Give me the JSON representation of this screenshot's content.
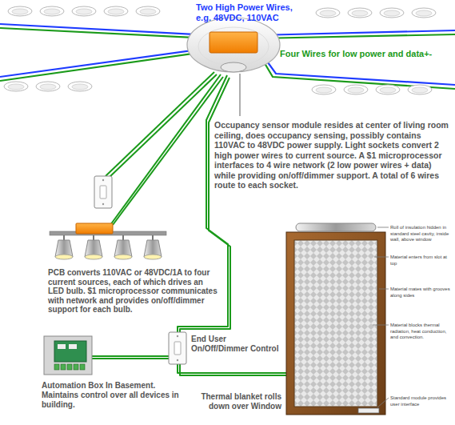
{
  "diagram": {
    "labels": [
      "Two High Power Wires, e.g. 48VDC, 110VAC",
      "Four Wires for low power and data+-",
      "Occupancy sensor module resides at center of living room ceiling, does occupancy sensing, possibly contains 110VAC to 48VDC power supply. Light sockets convert 2 high power wires to current source. A $1 microprocessor interfaces to 4 wire network (2 low power wires + data) while providing on/off/dimmer support. A total of 6 wires route to each socket.",
      "PCB converts 110VAC or 48VDC/1A to four current sources, each of which drives an LED bulb. $1 microprocessor communicates with network and provides on/off/dimmer support for each bulb.",
      "End User On/Off/Dimmer Control",
      "Automation Box In Basement. Maintains control over all devices in building.",
      "Thermal blanket rolls down over Window",
      "Roll of insulation hidden in standard steel cavity, inside wall, above window",
      "Material enters from slot at top",
      "Material mates with grooves along sides",
      "Material blocks thermal radiation, heat conduction, and convection.",
      "Standard module provides user interface"
    ]
  }
}
